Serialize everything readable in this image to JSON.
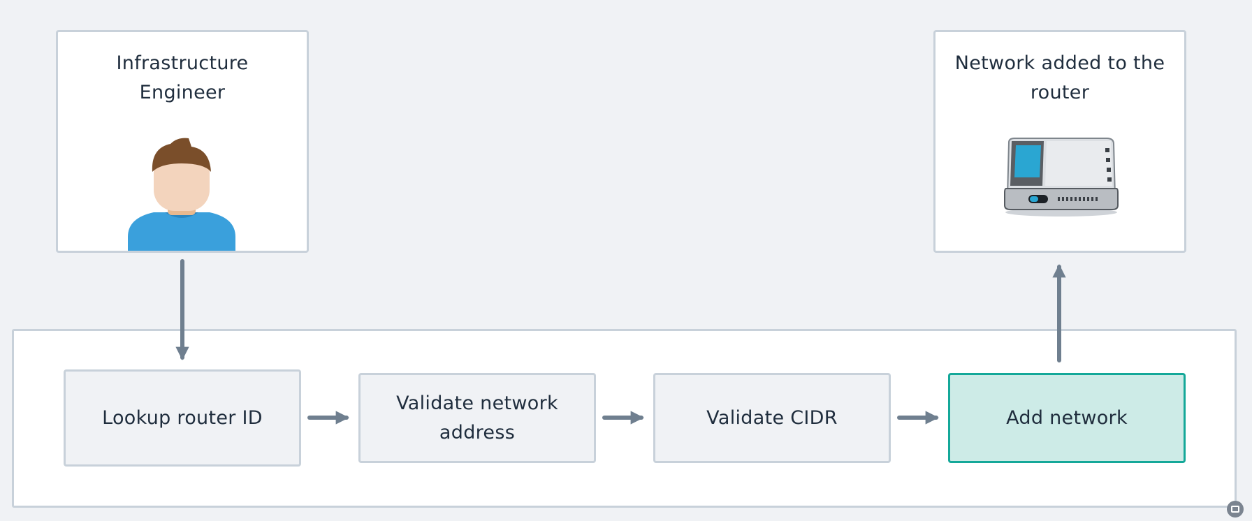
{
  "actor": {
    "title": "Infrastructure Engineer",
    "icon": "user-avatar-icon"
  },
  "result": {
    "title": "Network added to the router",
    "icon": "router-device-icon"
  },
  "steps": [
    {
      "label": "Lookup router ID"
    },
    {
      "label": "Validate network address"
    },
    {
      "label": "Validate CIDR"
    },
    {
      "label": "Add network",
      "highlighted": true
    }
  ],
  "colors": {
    "background": "#f0f2f5",
    "border": "#c8d1da",
    "arrow": "#6f7f8f",
    "highlight_fill": "#cdebe7",
    "highlight_border": "#14a899"
  }
}
